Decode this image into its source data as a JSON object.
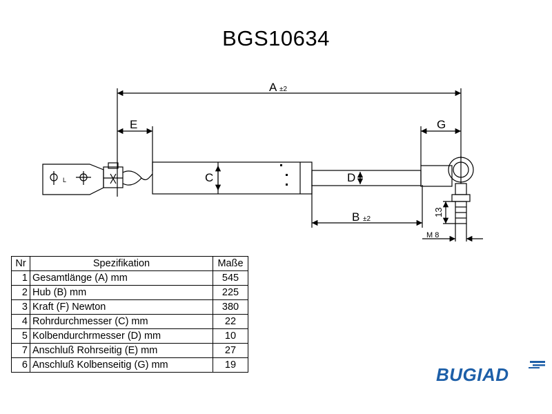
{
  "part_number": "BGS10634",
  "dimensions": {
    "A": "A",
    "A_tol": "±2",
    "B": "B",
    "B_tol": "±2",
    "C": "C",
    "D": "D",
    "E": "E",
    "G": "G",
    "L": "L",
    "thread_len": "13",
    "thread": "M 8"
  },
  "table": {
    "headers": [
      "Nr",
      "Spezifikation",
      "Maße"
    ],
    "rows": [
      {
        "nr": "1",
        "spec": "Gesamtlänge (A) mm",
        "value": "545"
      },
      {
        "nr": "2",
        "spec": "Hub (B)   mm",
        "value": "225"
      },
      {
        "nr": "3",
        "spec": "Kraft (F) Newton",
        "value": "380"
      },
      {
        "nr": "4",
        "spec": "Rohrdurchmesser (C) mm",
        "value": "22"
      },
      {
        "nr": "5",
        "spec": "Kolbendurchrmesser (D) mm",
        "value": "10"
      },
      {
        "nr": "7",
        "spec": "Anschluß Rohrseitig (E) mm",
        "value": "27"
      },
      {
        "nr": "6",
        "spec": "Anschluß Kolbenseitig (G) mm",
        "value": "19"
      }
    ]
  },
  "brand": "BUGIAD",
  "colors": {
    "brand": "#1d5fa8",
    "line": "#000000",
    "bg": "#ffffff"
  }
}
